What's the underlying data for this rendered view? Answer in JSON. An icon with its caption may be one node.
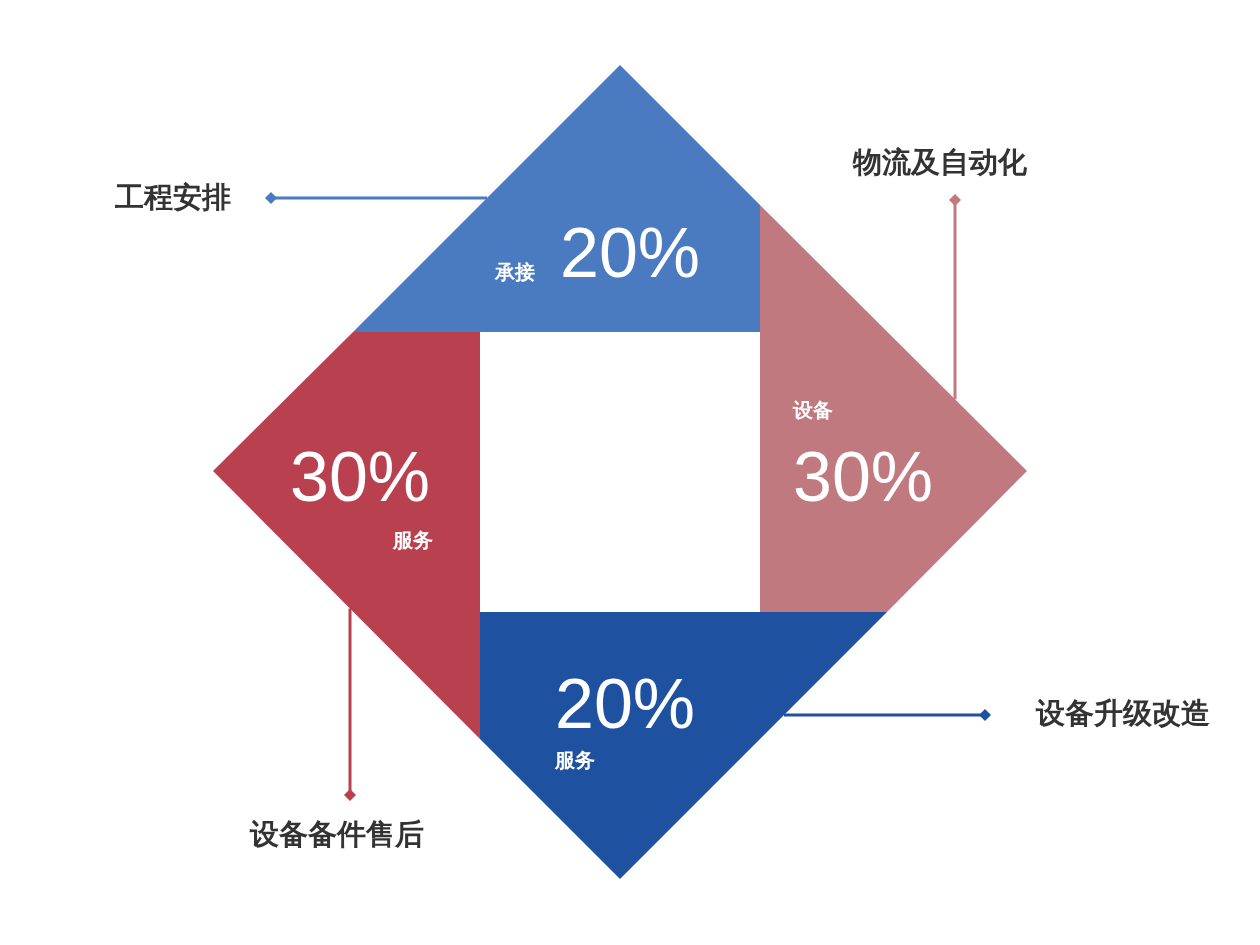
{
  "diagram": {
    "nodes": [
      {
        "text": [
          "承接",
          "20%"
        ]
      },
      {
        "text": [
          "30%",
          "服务"
        ]
      },
      {
        "text": [
          "设备",
          "30%"
        ]
      },
      {
        "text": [
          "20%",
          "服务"
        ]
      },
      {
        "text": [
          "工程安排"
        ]
      },
      {
        "text": [
          "物流及自动化"
        ]
      },
      {
        "text": [
          "设备升级改造"
        ]
      },
      {
        "text": [
          "设备备件售后"
        ]
      }
    ],
    "edges": [
      {
        "from": 4,
        "to": 0,
        "arrow": "other",
        "color": "#4a7bc0"
      },
      {
        "from": 5,
        "to": 2,
        "arrow": "other",
        "color": "#c0797e"
      },
      {
        "from": 6,
        "to": 3,
        "arrow": "other",
        "color": "#1e52a0"
      },
      {
        "from": 7,
        "to": 1,
        "arrow": "other",
        "color": "#b8404f"
      }
    ]
  }
}
